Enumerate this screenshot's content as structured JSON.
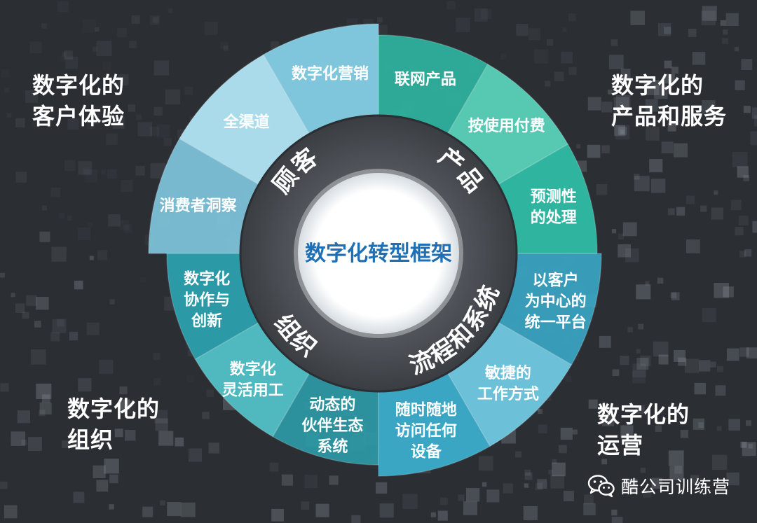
{
  "center_title": "数字化转型框架",
  "quadrants": [
    {
      "id": "customer",
      "ring_label": "顾客",
      "corner_lines": [
        "数字化的",
        "客户体验"
      ],
      "items": [
        [
          "消费者洞察"
        ],
        [
          "全渠道"
        ],
        [
          "数字化营销"
        ]
      ]
    },
    {
      "id": "product",
      "ring_label": "产品",
      "corner_lines": [
        "数字化的",
        "产品和服务"
      ],
      "items": [
        [
          "联网产品"
        ],
        [
          "按使用付费"
        ],
        [
          "预测性",
          "的处理"
        ]
      ]
    },
    {
      "id": "process",
      "ring_label": "流程和系统",
      "corner_lines": [
        "数字化的",
        "运营"
      ],
      "items": [
        [
          "以客户",
          "为中心的",
          "统一平台"
        ],
        [
          "敏捷的",
          "工作方式"
        ],
        [
          "随时随地",
          "访问任何",
          "设备"
        ]
      ]
    },
    {
      "id": "organization",
      "ring_label": "组织",
      "corner_lines": [
        "数字化的",
        "组织"
      ],
      "items": [
        [
          "动态的",
          "伙伴生态",
          "系统"
        ],
        [
          "数字化",
          "灵活用工"
        ],
        [
          "数字化",
          "协作与",
          "创新"
        ]
      ]
    }
  ],
  "watermark": {
    "icon": "wechat-icon",
    "text": "酷公司训练营"
  },
  "colors": {
    "background": "#2b2e33",
    "ring": "#3a3d42",
    "customer": "#7fc6dc",
    "product": "#2fb4a0",
    "process": "#3aa6c4",
    "organization": "#2c9aa6",
    "center_text": "#1f6fb5"
  }
}
